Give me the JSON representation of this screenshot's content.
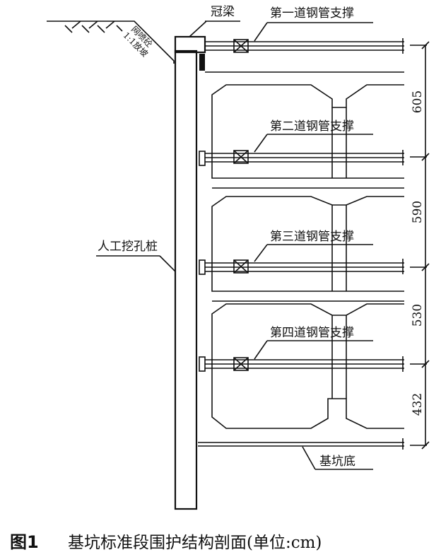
{
  "labels": {
    "crown_beam": "冠梁",
    "strut_1": "第一道钢管支撑",
    "strut_2": "第二道钢管支撑",
    "strut_3": "第三道钢管支撑",
    "strut_4": "第四道钢管支撑",
    "pile": "人工挖孔桩",
    "pit_bottom": "基坑底",
    "slope_line1": "网喷砼",
    "slope_line2": "1:1放坡"
  },
  "dimensions": [
    "605",
    "590",
    "530",
    "432"
  ],
  "caption": {
    "figure_number": "图1",
    "title": "基坑标准段围护结构剖面(单位:cm)"
  }
}
